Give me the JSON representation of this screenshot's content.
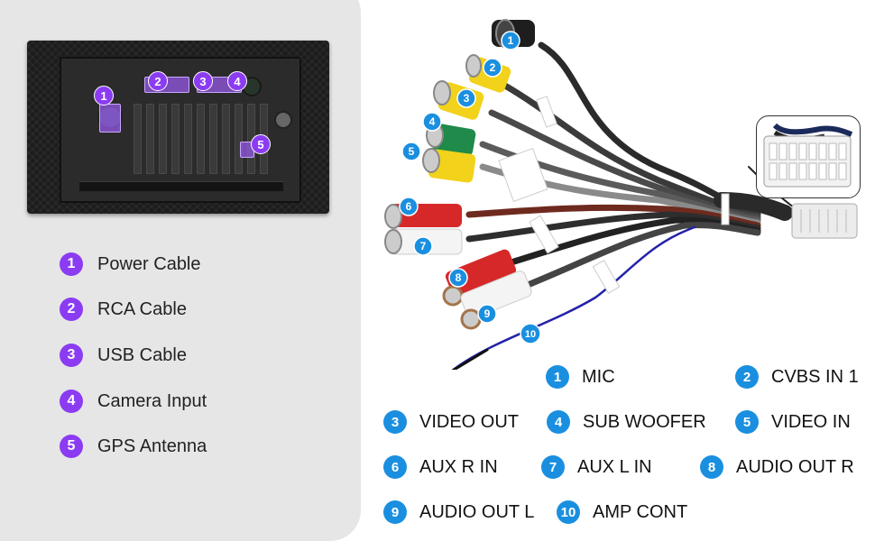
{
  "left_legend": [
    {
      "num": "1",
      "label": "Power Cable"
    },
    {
      "num": "2",
      "label": "RCA Cable"
    },
    {
      "num": "3",
      "label": "USB Cable"
    },
    {
      "num": "4",
      "label": "Camera Input"
    },
    {
      "num": "5",
      "label": "GPS Antenna"
    }
  ],
  "harness_markers": [
    "1",
    "2",
    "3",
    "4",
    "5",
    "6",
    "7",
    "8",
    "9",
    "10"
  ],
  "right_legend": [
    {
      "num": "1",
      "label": "MIC"
    },
    {
      "num": "2",
      "label": "CVBS IN 1"
    },
    {
      "num": "3",
      "label": "VIDEO OUT"
    },
    {
      "num": "4",
      "label": "SUB WOOFER"
    },
    {
      "num": "5",
      "label": "VIDEO IN"
    },
    {
      "num": "6",
      "label": "AUX R IN"
    },
    {
      "num": "7",
      "label": "AUX L IN"
    },
    {
      "num": "8",
      "label": "AUDIO OUT R"
    },
    {
      "num": "9",
      "label": "AUDIO OUT L"
    },
    {
      "num": "10",
      "label": "AMP CONT"
    }
  ],
  "colors": {
    "left_accent": "#8b3cf2",
    "right_accent": "#1a8fe0",
    "panel_background": "#e6e6e6"
  }
}
